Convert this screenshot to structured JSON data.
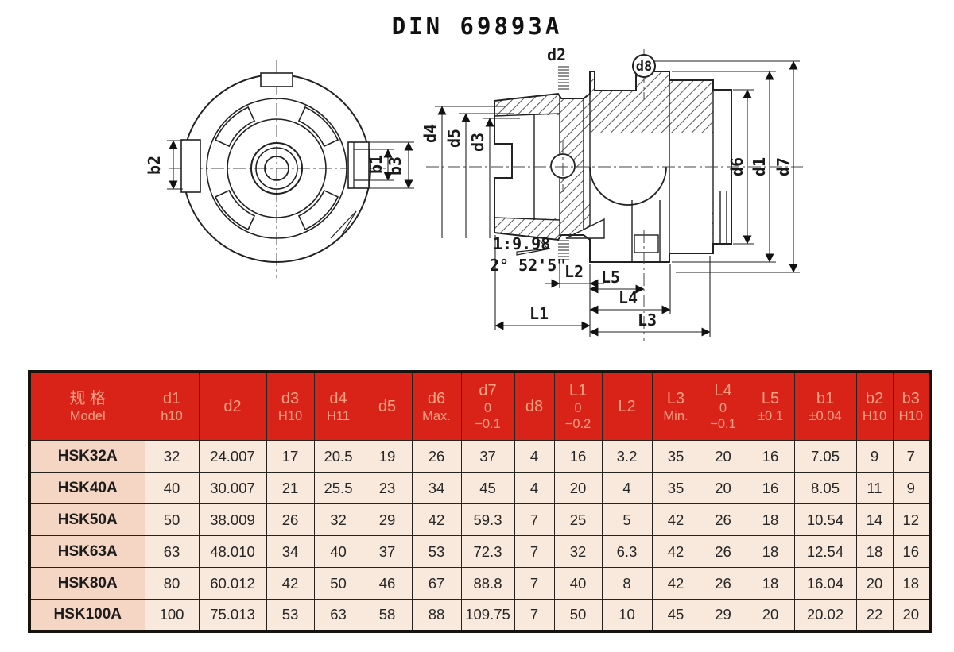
{
  "title": "DIN 69893A",
  "drawing": {
    "front_view": {
      "b1": "b1",
      "b2": "b2",
      "b3": "b3"
    },
    "side_view": {
      "d1": "d1",
      "d2": "d2",
      "d3": "d3",
      "d4": "d4",
      "d5": "d5",
      "d6": "d6",
      "d7": "d7",
      "d8": "d8",
      "l1": "L1",
      "l2": "L2",
      "l3": "L3",
      "l4": "L4",
      "l5": "L5",
      "taper_ratio": "1:9.98",
      "taper_angle": "2° 52'5\""
    }
  },
  "table": {
    "columns": [
      {
        "lines": [
          "规 格",
          "Model"
        ]
      },
      {
        "lines": [
          "d1",
          "h10"
        ]
      },
      {
        "lines": [
          "d2"
        ]
      },
      {
        "lines": [
          "d3",
          "H10"
        ]
      },
      {
        "lines": [
          "d4",
          "H11"
        ]
      },
      {
        "lines": [
          "d5"
        ]
      },
      {
        "lines": [
          "d6",
          "Max."
        ]
      },
      {
        "lines": [
          "d7",
          "0",
          "−0.1"
        ]
      },
      {
        "lines": [
          "d8"
        ]
      },
      {
        "lines": [
          "L1",
          "0",
          "−0.2"
        ]
      },
      {
        "lines": [
          "L2"
        ]
      },
      {
        "lines": [
          "L3",
          "Min."
        ]
      },
      {
        "lines": [
          "L4",
          "0",
          "−0.1"
        ]
      },
      {
        "lines": [
          "L5",
          "±0.1"
        ]
      },
      {
        "lines": [
          "b1",
          "±0.04"
        ]
      },
      {
        "lines": [
          "b2",
          "H10"
        ]
      },
      {
        "lines": [
          "b3",
          "H10"
        ]
      }
    ],
    "rows": [
      {
        "model": "HSK32A",
        "values": [
          "32",
          "24.007",
          "17",
          "20.5",
          "19",
          "26",
          "37",
          "4",
          "16",
          "3.2",
          "35",
          "20",
          "16",
          "7.05",
          "9",
          "7"
        ]
      },
      {
        "model": "HSK40A",
        "values": [
          "40",
          "30.007",
          "21",
          "25.5",
          "23",
          "34",
          "45",
          "4",
          "20",
          "4",
          "35",
          "20",
          "16",
          "8.05",
          "11",
          "9"
        ]
      },
      {
        "model": "HSK50A",
        "values": [
          "50",
          "38.009",
          "26",
          "32",
          "29",
          "42",
          "59.3",
          "7",
          "25",
          "5",
          "42",
          "26",
          "18",
          "10.54",
          "14",
          "12"
        ]
      },
      {
        "model": "HSK63A",
        "values": [
          "63",
          "48.010",
          "34",
          "40",
          "37",
          "53",
          "72.3",
          "7",
          "32",
          "6.3",
          "42",
          "26",
          "18",
          "12.54",
          "18",
          "16"
        ]
      },
      {
        "model": "HSK80A",
        "values": [
          "80",
          "60.012",
          "42",
          "50",
          "46",
          "67",
          "88.8",
          "7",
          "40",
          "8",
          "42",
          "26",
          "18",
          "16.04",
          "20",
          "18"
        ]
      },
      {
        "model": "HSK100A",
        "values": [
          "100",
          "75.013",
          "53",
          "63",
          "58",
          "88",
          "109.75",
          "7",
          "50",
          "10",
          "45",
          "29",
          "20",
          "20.02",
          "22",
          "20"
        ]
      }
    ]
  },
  "colors": {
    "header_bg": "#d92318",
    "header_text": "#f5a284",
    "model_col_bg": "#f5d5c3",
    "cell_bg": "#f9e9dc",
    "grid": "#26231f"
  }
}
